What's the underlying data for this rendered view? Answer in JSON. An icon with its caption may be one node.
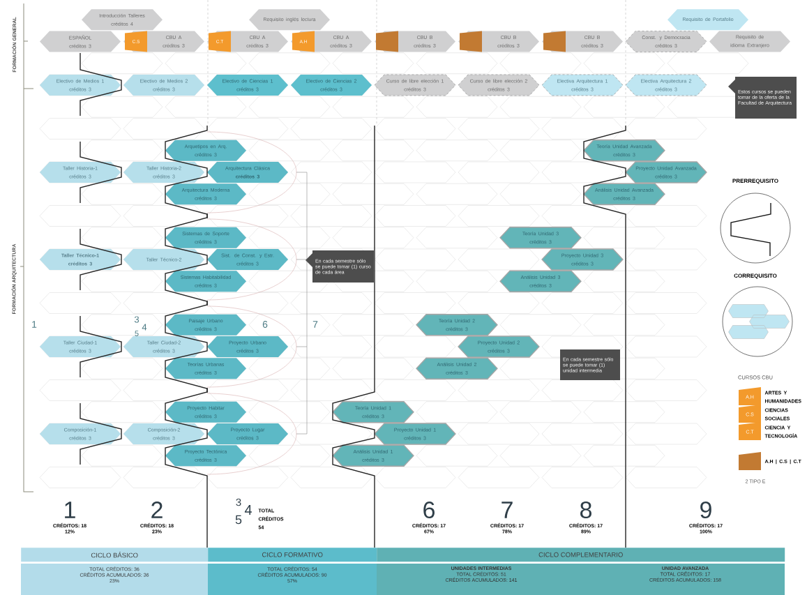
{
  "diagram": {
    "nodes": [
      {
        "text": [
          "Introducción Talleres",
          "créditos 4"
        ]
      },
      {
        "text": [
          "Requisito inglés lectura"
        ]
      },
      {
        "text": [
          "Requisito de Portafolio"
        ]
      },
      {
        "text": [
          "ESPAÑOL",
          "créditos 3"
        ]
      },
      {
        "text": [
          "CBU A",
          "créditos 3"
        ]
      },
      {
        "text": [
          "C.S"
        ],
        "in": 4
      },
      {
        "text": [
          "CBU A",
          "créditos 3"
        ]
      },
      {
        "text": [
          "C.T"
        ],
        "in": 6
      },
      {
        "text": [
          "CBU A",
          "créditos 3"
        ]
      },
      {
        "text": [
          "A.H"
        ],
        "in": 8
      },
      {
        "text": [
          "CBU B",
          "créditos 3"
        ]
      },
      {
        "text": [],
        "shape": "box",
        "in": 10
      },
      {
        "text": [
          "CBU B",
          "créditos 3"
        ]
      },
      {
        "text": [],
        "shape": "box",
        "in": 12
      },
      {
        "text": [
          "CBU B",
          "créditos 3"
        ]
      },
      {
        "text": [],
        "shape": "box",
        "in": 14
      },
      {
        "text": [
          "Const. y Democracia",
          "créditos 3"
        ]
      },
      {
        "text": [
          "Requisito de idioma Extranjero"
        ]
      },
      {
        "text": [
          "Electivo de Medios 1",
          "créditos 3"
        ]
      },
      {
        "text": [
          "Electivo de Medios 2",
          "créditos 3"
        ]
      },
      {
        "text": [
          "Electivo de Ciencias 1",
          "créditos 3"
        ]
      },
      {
        "text": [
          "Electivo de Ciencias 2",
          "créditos 3"
        ]
      },
      {
        "text": [
          "Curso de libre elección 1",
          "créditos 3"
        ]
      },
      {
        "text": [
          "Curso de libre elección 2",
          "créditos 3"
        ]
      },
      {
        "text": [
          "Electiva Arquitectura 1",
          "créditos 3"
        ]
      },
      {
        "text": [
          "Electiva Arquitectura 2",
          "créditos 3"
        ]
      },
      {
        "text": [
          "Estos cursos se pueden tomar de la oferta de la Facultad de Arquitectura"
        ]
      },
      {
        "text": [
          "Arquetipos en Arq.",
          "créditos 3"
        ]
      },
      {
        "text": [
          "Teoría Unidad Avanzada",
          "créditos 3"
        ]
      },
      {
        "text": [
          "Taller Historia-1",
          "créditos 3"
        ]
      },
      {
        "text": [
          "Taller Historia-2",
          "créditos 3"
        ]
      },
      {
        "text": [
          "Arquitectura Clásica",
          "créditos 3"
        ]
      },
      {
        "text": [
          "Proyecto Unidad Avanzada",
          "créditos 3"
        ]
      },
      {
        "text": [
          "Arquitectura Moderna",
          "créditos 3"
        ]
      },
      {
        "text": [
          "Análisis Unidad Avanzada",
          "créditos 3"
        ]
      },
      {
        "text": [
          "Sistemas de Soporte",
          "créditos 3"
        ]
      },
      {
        "text": [
          "Teoría Unidad 3",
          "créditos 3"
        ]
      },
      {
        "text": [
          "Taller Técnico-1",
          "créditos 3"
        ]
      },
      {
        "text": [
          "Taller Técnico-2"
        ]
      },
      {
        "text": [
          "Sist. de Const. y Estr.",
          "créditos 3"
        ]
      },
      {
        "text": [
          "Proyecto Unidad 3",
          "créditos 3"
        ]
      },
      {
        "text": [
          "En cada semestre sólo se puede tomar (1) curso de cada área"
        ]
      },
      {
        "text": [
          "Sistemas Habitabilidad",
          "créditos 3"
        ]
      },
      {
        "text": [
          "Análisis Unidad 3",
          "créditos 3"
        ]
      },
      {
        "text": [
          "Paisaje Urbano",
          "créditos 3"
        ]
      },
      {
        "text": [
          "Teoría Unidad 2",
          "créditos 3"
        ]
      },
      {
        "text": [
          "Taller Ciudad-1",
          "créditos 3"
        ]
      },
      {
        "text": [
          "Taller Ciudad-2",
          "créditos 3"
        ]
      },
      {
        "text": [
          "Proyecto Urbano",
          "créditos 3"
        ]
      },
      {
        "text": [
          "Proyecto Unidad 2",
          "créditos 3"
        ]
      },
      {
        "text": [
          "En cada semestre sólo se puede tomar (1) unidad intermedia"
        ]
      },
      {
        "text": [
          "Teorías Urbanas",
          "créditos 3"
        ]
      },
      {
        "text": [
          "Análisis Unidad 2",
          "créditos 3"
        ]
      },
      {
        "text": [
          "Proyecto Habitar",
          "créditos 3"
        ]
      },
      {
        "text": [
          "Teoría Unidad 1",
          "créditos 3"
        ]
      },
      {
        "text": [
          "Composición-1",
          "créditos 3"
        ]
      },
      {
        "text": [
          "Composición-2",
          "créditos 3"
        ]
      },
      {
        "text": [
          "Proyecto Lugar",
          "créditos 3"
        ]
      },
      {
        "text": [
          "Proyecto Unidad 1",
          "créditos 3"
        ]
      },
      {
        "text": [
          "Proyecto Tectónica",
          "créditos 3"
        ]
      },
      {
        "text": [
          "Análisis Unidad 1",
          "créditos 3"
        ]
      },
      {
        "text": [
          "CICLO BÁSICO"
        ]
      },
      {
        "text": [
          "CICLO FORMATIVO"
        ]
      },
      {
        "text": [
          "CICLO COMPLEMENTARIO"
        ]
      },
      {
        "text": [
          "TOTAL CRÉDITOS: 36",
          "CRÉDITOS ACUMULADOS: 36",
          "23%"
        ]
      },
      {
        "text": [
          "TOTAL CRÉDITOS: 54",
          "CRÉDITOS ACUMULADOS: 90",
          "57%"
        ]
      },
      {
        "text": [
          "UNIDADES INTERMEDIAS",
          "TOTAL CRÉDITOS: 51",
          "CRÉDITOS ACUMULADOS: 141",
          "UNIDAD AVANZADA",
          "TOTAL CRÉDITOS: 17",
          "CRÉDITOS ACUMULADOS: 158"
        ]
      }
    ],
    "labels": [
      "FORMACIÓN GENERAL",
      "FORMACIÓN ARQUITECTURA",
      "1",
      "3",
      "4",
      "5",
      "6",
      "7",
      "CURSOS CBU",
      "A.H",
      "C.S",
      "C.T",
      "2 TIPO E",
      "1",
      "CRÉDITOS: 18",
      "12%",
      "2",
      "CRÉDITOS: 18",
      "23%",
      "3",
      "4",
      "5",
      "TOTAL CRÉDITOS 54",
      "6",
      "CRÉDITOS: 17",
      "67%",
      "7",
      "CRÉDITOS: 17",
      "78%",
      "8",
      "CRÉDITOS: 17",
      "89%",
      "9",
      "CRÉDITOS: 17",
      "100%"
    ],
    "legend": [
      {
        "text": "PRERREQUISITO"
      },
      {
        "text": "CORREQUISITO"
      },
      {
        "text": "ARTES Y HUMANIDADES",
        "color": "#f39a2c"
      },
      {
        "text": "CIENCIAS SOCIALES",
        "color": "#f39a2c"
      },
      {
        "text": "CIENCIA Y TECNOLOGÍA",
        "color": "#f39a2c"
      },
      {
        "text": "A.H | C.S | C.T",
        "color": "#c27a32"
      }
    ]
  }
}
